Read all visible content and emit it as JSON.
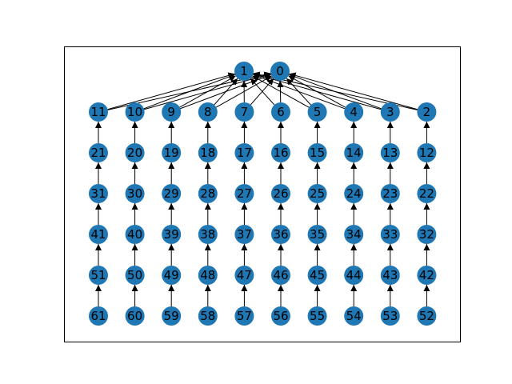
{
  "colors": {
    "node_fill": "#1f77b4",
    "edge": "#000000",
    "frame": "#000000",
    "label": "#000000"
  },
  "graph": {
    "type": "directed",
    "layout": "hierarchy",
    "roots": [
      "1",
      "0"
    ],
    "columns": [
      [
        "11",
        "21",
        "31",
        "41",
        "51",
        "61"
      ],
      [
        "10",
        "20",
        "30",
        "40",
        "50",
        "60"
      ],
      [
        "9",
        "19",
        "29",
        "39",
        "49",
        "59"
      ],
      [
        "8",
        "18",
        "28",
        "38",
        "48",
        "58"
      ],
      [
        "7",
        "17",
        "27",
        "37",
        "47",
        "57"
      ],
      [
        "6",
        "16",
        "26",
        "36",
        "46",
        "56"
      ],
      [
        "5",
        "15",
        "25",
        "35",
        "45",
        "55"
      ],
      [
        "4",
        "14",
        "24",
        "34",
        "44",
        "54"
      ],
      [
        "3",
        "13",
        "23",
        "33",
        "43",
        "53"
      ],
      [
        "2",
        "12",
        "22",
        "32",
        "42",
        "52"
      ]
    ],
    "edges": [
      [
        "2",
        "0"
      ],
      [
        "2",
        "1"
      ],
      [
        "3",
        "0"
      ],
      [
        "3",
        "1"
      ],
      [
        "4",
        "0"
      ],
      [
        "4",
        "1"
      ],
      [
        "5",
        "0"
      ],
      [
        "5",
        "1"
      ],
      [
        "6",
        "0"
      ],
      [
        "6",
        "1"
      ],
      [
        "7",
        "0"
      ],
      [
        "7",
        "1"
      ],
      [
        "8",
        "0"
      ],
      [
        "8",
        "1"
      ],
      [
        "9",
        "0"
      ],
      [
        "9",
        "1"
      ],
      [
        "10",
        "0"
      ],
      [
        "10",
        "1"
      ],
      [
        "11",
        "0"
      ],
      [
        "11",
        "1"
      ],
      [
        "12",
        "2"
      ],
      [
        "13",
        "3"
      ],
      [
        "14",
        "4"
      ],
      [
        "15",
        "5"
      ],
      [
        "16",
        "6"
      ],
      [
        "17",
        "7"
      ],
      [
        "18",
        "8"
      ],
      [
        "19",
        "9"
      ],
      [
        "20",
        "10"
      ],
      [
        "21",
        "11"
      ],
      [
        "22",
        "12"
      ],
      [
        "23",
        "13"
      ],
      [
        "24",
        "14"
      ],
      [
        "25",
        "15"
      ],
      [
        "26",
        "16"
      ],
      [
        "27",
        "17"
      ],
      [
        "28",
        "18"
      ],
      [
        "29",
        "19"
      ],
      [
        "30",
        "20"
      ],
      [
        "31",
        "21"
      ],
      [
        "32",
        "22"
      ],
      [
        "33",
        "23"
      ],
      [
        "34",
        "24"
      ],
      [
        "35",
        "25"
      ],
      [
        "36",
        "26"
      ],
      [
        "37",
        "27"
      ],
      [
        "38",
        "28"
      ],
      [
        "39",
        "29"
      ],
      [
        "40",
        "30"
      ],
      [
        "41",
        "31"
      ],
      [
        "42",
        "32"
      ],
      [
        "43",
        "33"
      ],
      [
        "44",
        "34"
      ],
      [
        "45",
        "35"
      ],
      [
        "46",
        "36"
      ],
      [
        "47",
        "37"
      ],
      [
        "48",
        "38"
      ],
      [
        "49",
        "39"
      ],
      [
        "50",
        "40"
      ],
      [
        "51",
        "41"
      ],
      [
        "52",
        "42"
      ],
      [
        "53",
        "43"
      ],
      [
        "54",
        "44"
      ],
      [
        "55",
        "45"
      ],
      [
        "56",
        "46"
      ],
      [
        "57",
        "47"
      ],
      [
        "58",
        "48"
      ],
      [
        "59",
        "49"
      ],
      [
        "60",
        "50"
      ],
      [
        "61",
        "51"
      ]
    ]
  }
}
